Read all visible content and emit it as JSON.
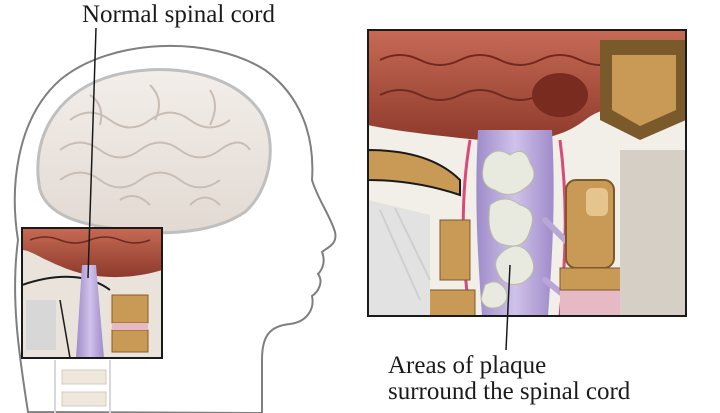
{
  "labels": {
    "top": "Normal spinal cord",
    "bottom_line1": "Areas of plaque",
    "bottom_line2": "surround the spinal cord"
  },
  "colors": {
    "brain_outline": "#bfbfbf",
    "brain_fill": "#ece6e0",
    "cerebellum": "#a84a3a",
    "spinal_cord": "#b9a6d8",
    "plaque": "#e8eae0",
    "bone": "#c08a3a",
    "box_border": "#1a1a1a"
  },
  "icons": {
    "head": "head-profile-icon",
    "inset": "magnified-inset-icon"
  }
}
